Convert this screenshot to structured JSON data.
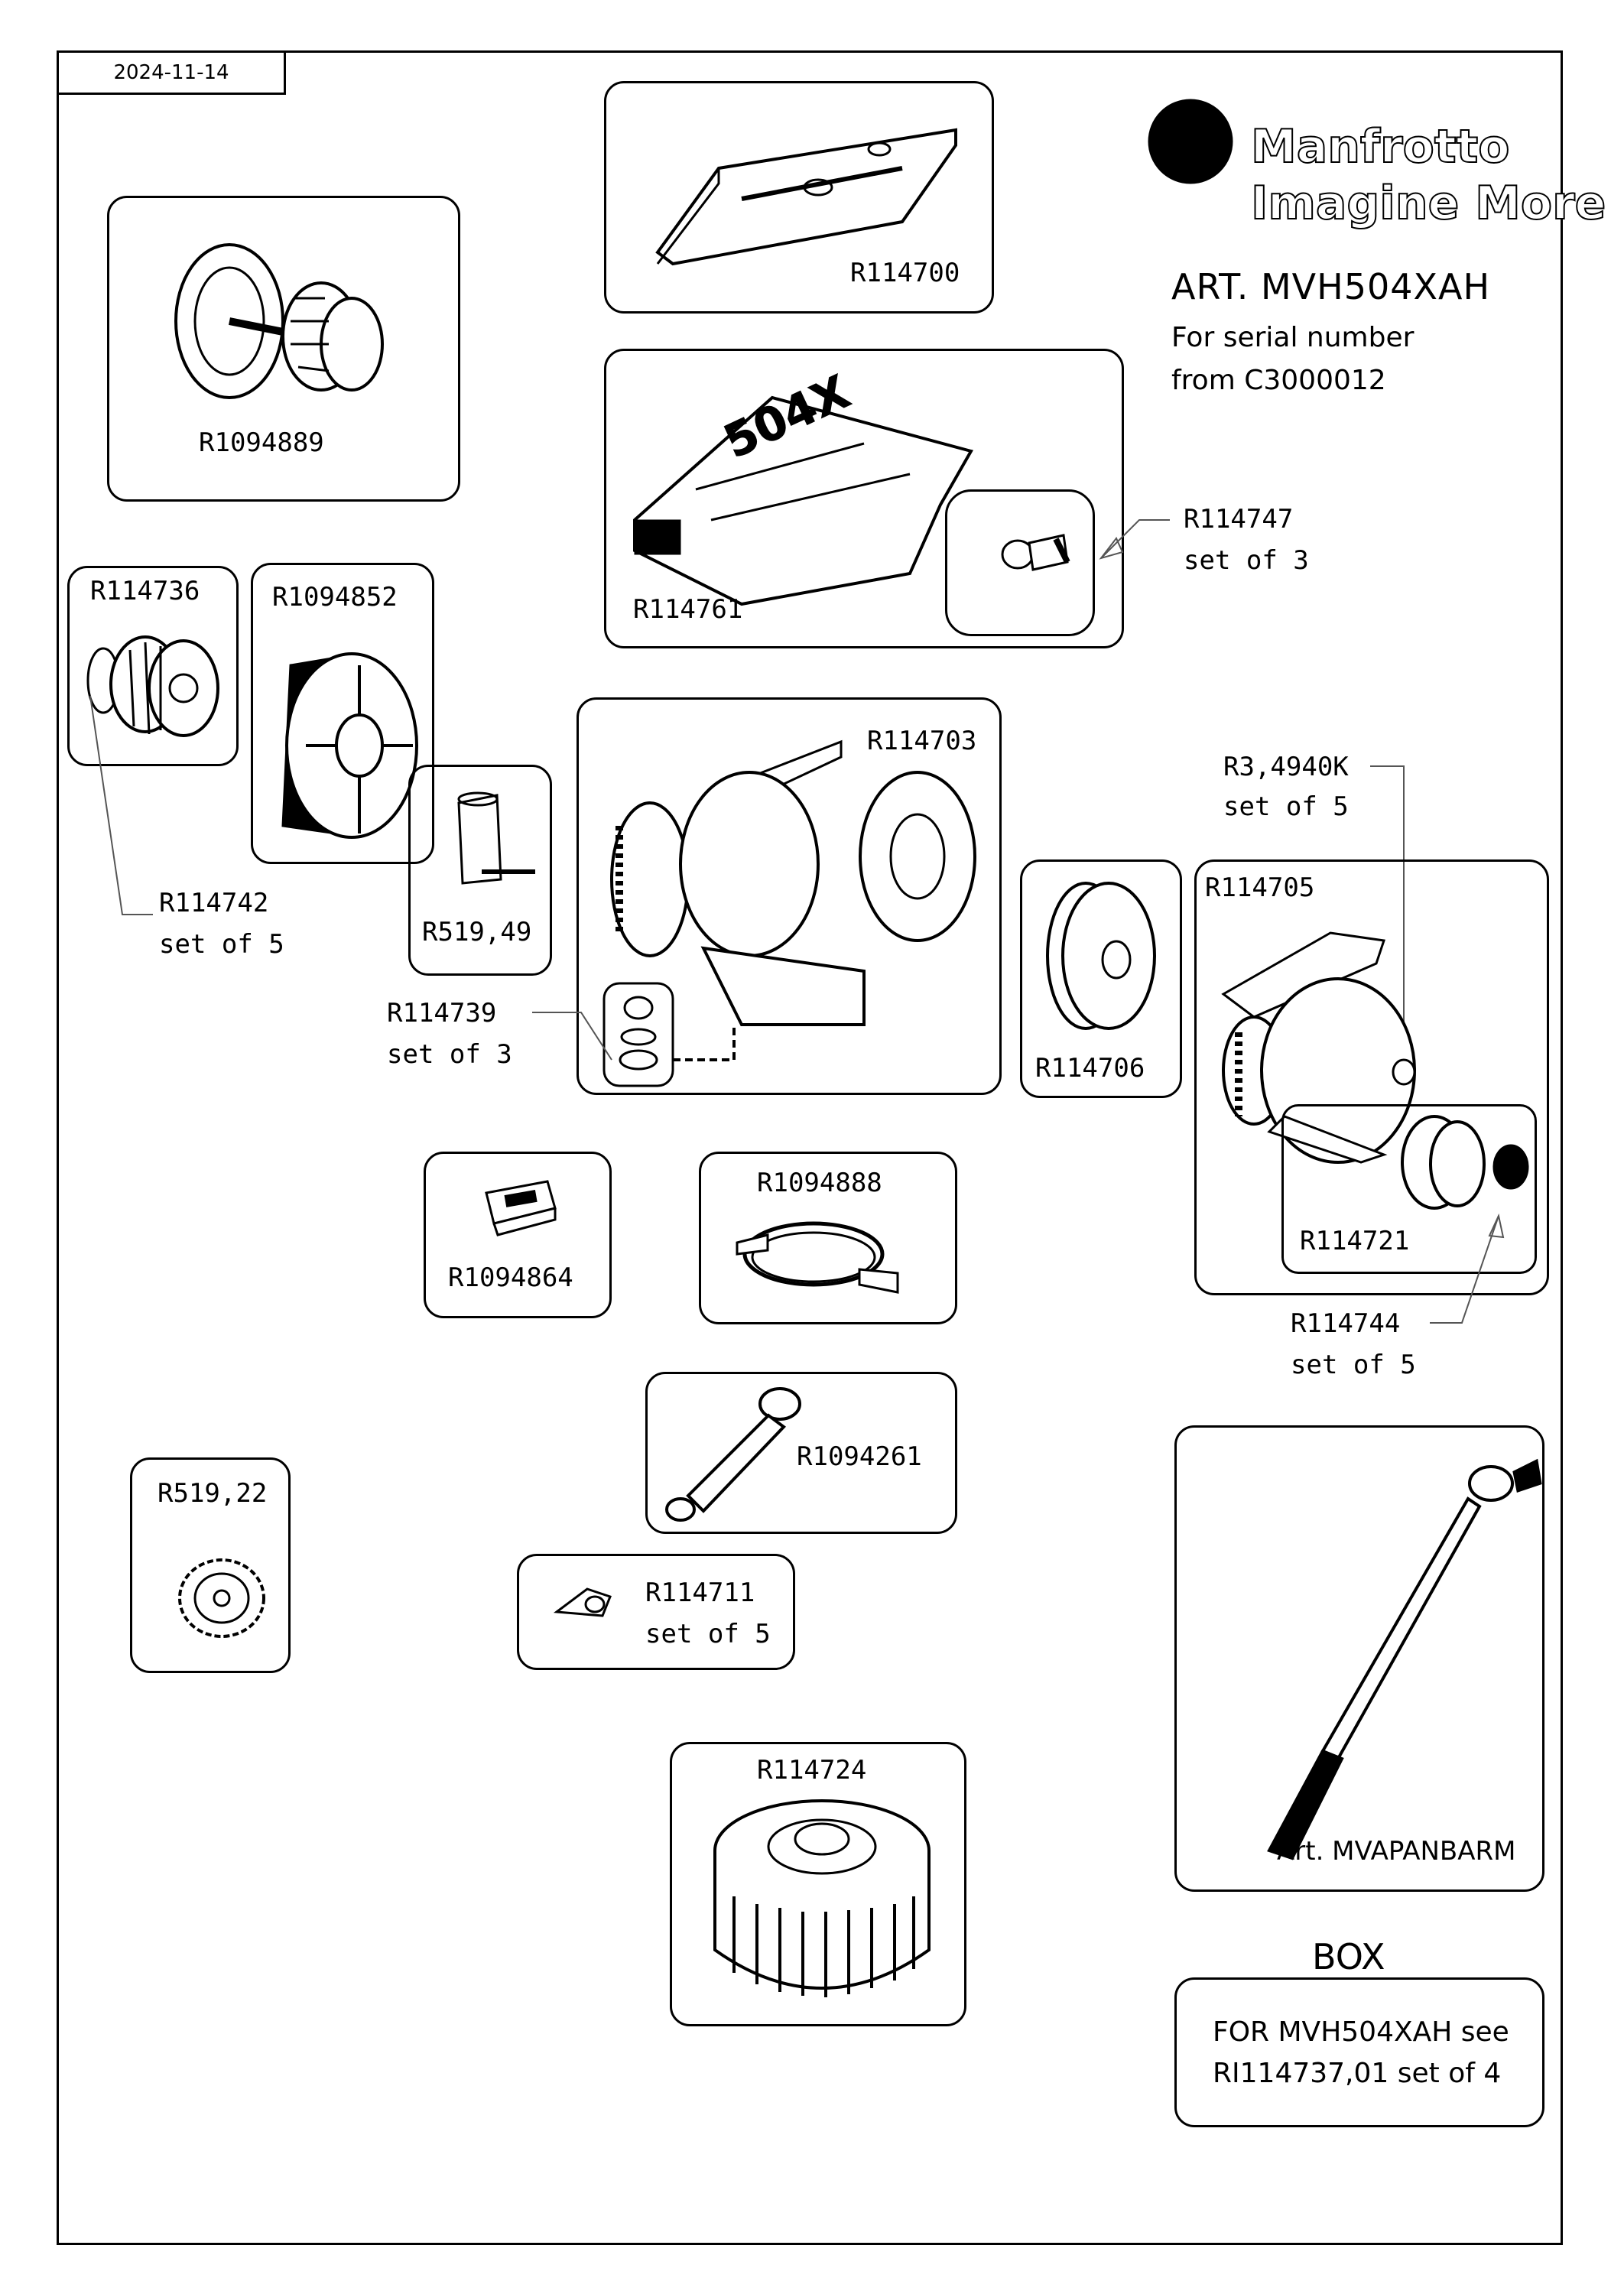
{
  "date": "2024-11-14",
  "brand": {
    "name": "Manfrotto",
    "tagline": "Imagine More"
  },
  "article": {
    "title": "ART. MVH504XAH",
    "serial_line1": "For serial number",
    "serial_line2": "from C3000012"
  },
  "parts": {
    "r114700": "R114700",
    "r1094889": "R1094889",
    "r114761": "R114761",
    "r114747": "R114747",
    "r114747_qty": "set of 3",
    "r114736": "R114736",
    "r1094852": "R1094852",
    "r114742": "R114742",
    "r114742_qty": "set of 5",
    "r519_49": "R519,49",
    "r114703": "R114703",
    "r114739": "R114739",
    "r114739_qty": "set of 3",
    "r114706": "R114706",
    "r3_4940k": "R3,4940K",
    "r3_4940k_qty": "set of 5",
    "r114705": "R114705",
    "r114721": "R114721",
    "r114744": "R114744",
    "r114744_qty": "set of 5",
    "r1094864": "R1094864",
    "r1094888": "R1094888",
    "r1094261": "R1094261",
    "r519_22": "R519,22",
    "r114711": "R114711",
    "r114711_qty": "set of 5",
    "r114724": "R114724",
    "mvapanbarm": "Art. MVAPANBARM"
  },
  "box": {
    "heading": "BOX",
    "line1": "FOR MVH504XAH see",
    "line2": "RI114737,01 set of 4"
  }
}
